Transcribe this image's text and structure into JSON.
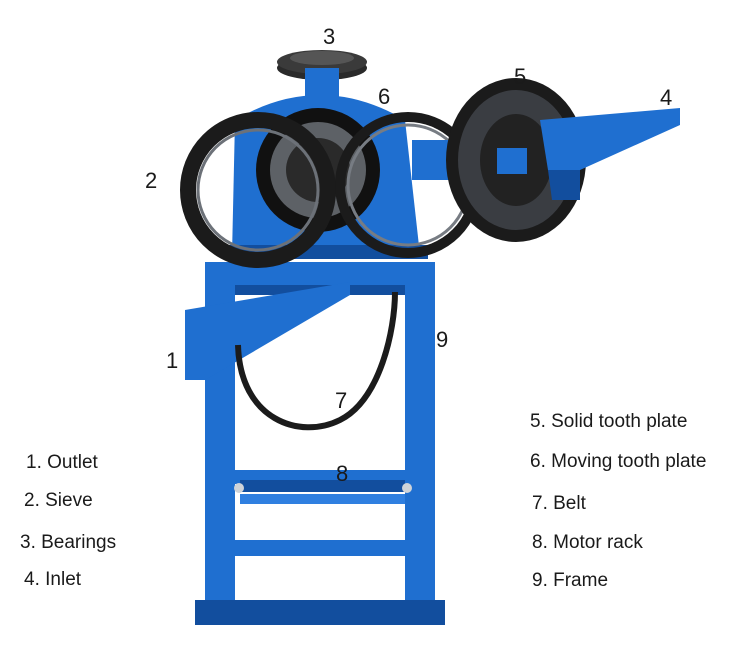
{
  "callouts": [
    "1",
    "2",
    "3",
    "4",
    "5",
    "6",
    "7",
    "8",
    "9"
  ],
  "legend_left": [
    "1. Outlet",
    "2. Sieve",
    "3. Bearings",
    "4. Inlet"
  ],
  "legend_right": [
    "5. Solid tooth plate",
    "6. Moving tooth plate",
    "7. Belt",
    "8. Motor rack",
    "9. Frame"
  ],
  "colors": {
    "machine_blue": "#1f6fd0",
    "machine_blue_dark": "#124e9e",
    "rubber_black": "#1b1b1b",
    "steel_gray": "#8a8f96"
  }
}
